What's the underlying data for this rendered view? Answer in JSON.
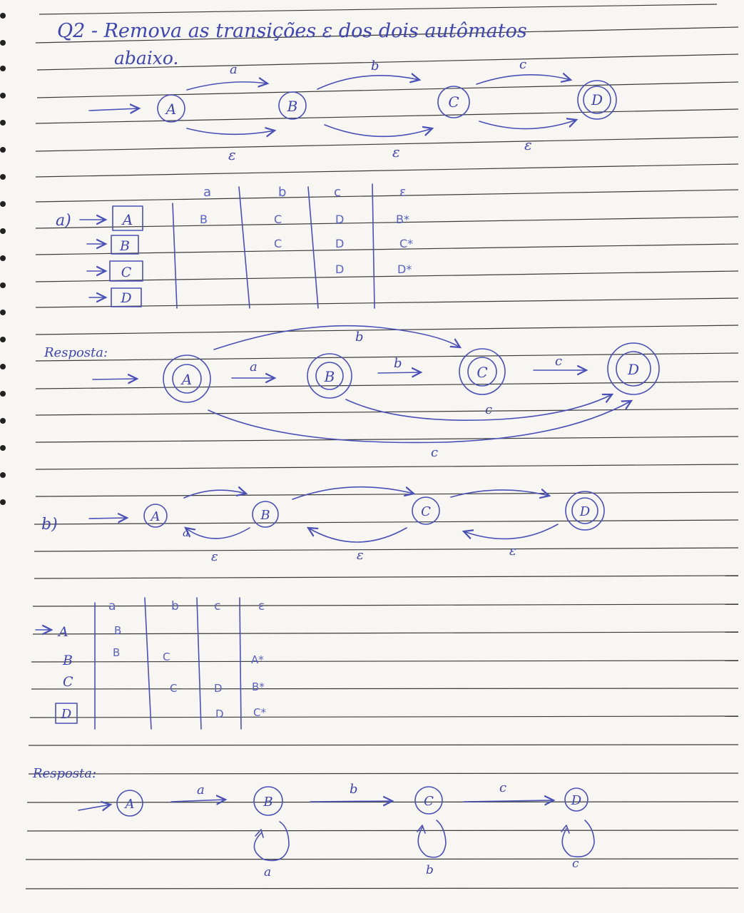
{
  "heading": {
    "number": "Q2",
    "line1": "Q2 - Remova as transições ε dos dois autômatos",
    "line2": "abaixo."
  },
  "automaton1": {
    "states": [
      "A",
      "B",
      "C",
      "D"
    ],
    "final_states": [
      "D"
    ],
    "labels": {
      "a": "a",
      "b": "b",
      "c": "c",
      "eps": "ε"
    }
  },
  "part_a": {
    "label": "a)",
    "table": {
      "headers": [
        "a",
        "b",
        "c",
        "ε"
      ],
      "rows": [
        {
          "state": "A",
          "a": "B",
          "b": "C",
          "c": "D",
          "eps": "B*"
        },
        {
          "state": "B",
          "a": "",
          "b": "C",
          "c": "D",
          "eps": "C*"
        },
        {
          "state": "C",
          "a": "",
          "b": "",
          "c": "D",
          "eps": "D*"
        },
        {
          "state": "D",
          "a": "",
          "b": "",
          "c": "",
          "eps": ""
        }
      ]
    },
    "answer_label": "Resposta:",
    "answer": {
      "states": [
        "A",
        "B",
        "C",
        "D"
      ],
      "labels": {
        "a": "a",
        "b": "b",
        "c": "c"
      }
    }
  },
  "part_b": {
    "label": "b)",
    "automaton": {
      "states": [
        "A",
        "B",
        "C",
        "D"
      ],
      "labels": {
        "a": "a",
        "eps": "ε"
      }
    },
    "table": {
      "headers": [
        "a",
        "b",
        "c",
        "ε"
      ],
      "rows": [
        {
          "state": "A",
          "a": "B",
          "b": "",
          "c": "",
          "eps": ""
        },
        {
          "state": "B",
          "a": "B",
          "b": "C",
          "c": "",
          "eps": "A*"
        },
        {
          "state": "C",
          "a": "",
          "b": "C",
          "c": "D",
          "eps": "B*"
        },
        {
          "state": "D",
          "a": "",
          "b": "",
          "c": "D",
          "eps": "C*"
        }
      ]
    },
    "answer_label": "Resposta:",
    "answer": {
      "states": [
        "A",
        "B",
        "C",
        "D"
      ],
      "labels": {
        "a": "a",
        "b": "b",
        "c": "c"
      }
    }
  },
  "colors": {
    "ink": "#4a50b8",
    "paper": "#f7f6f2",
    "rules": "#3a3a3a"
  }
}
